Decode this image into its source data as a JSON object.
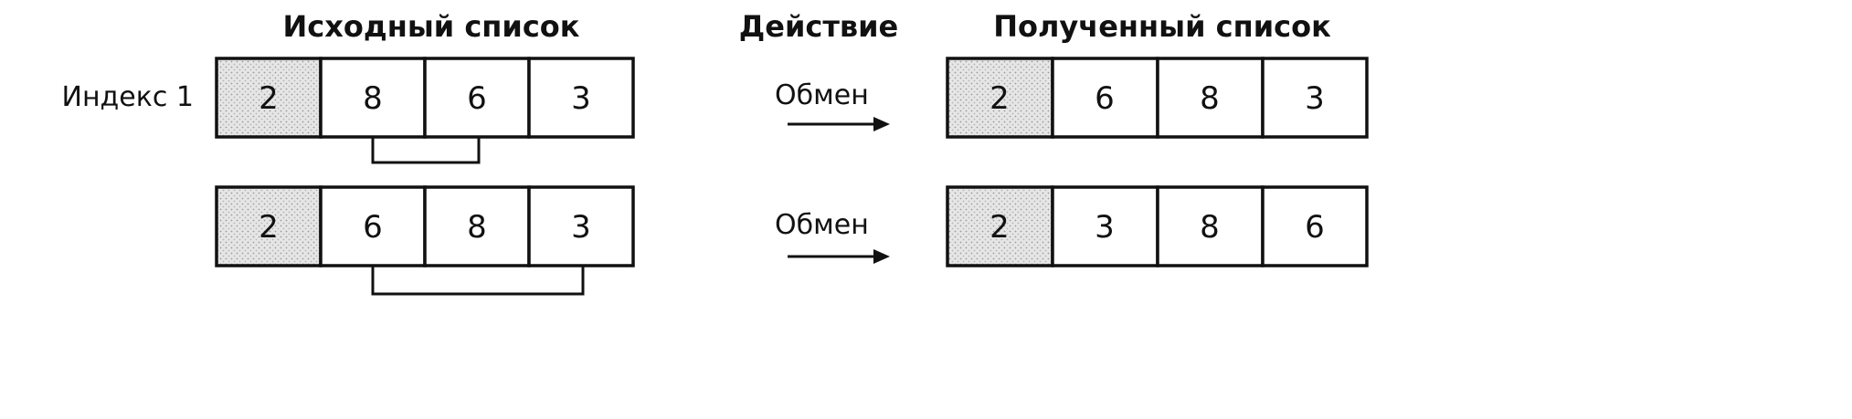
{
  "headers": {
    "original": "Исходный список",
    "action": "Действие",
    "result": "Полученный список"
  },
  "row_label": "Индекс 1",
  "colors": {
    "fixed_cell_fill": "#e2e2e2",
    "stroke": "#111111"
  },
  "rows": [
    {
      "original": [
        "2",
        "8",
        "6",
        "3"
      ],
      "action": "Обмен",
      "result": [
        "2",
        "6",
        "8",
        "3"
      ],
      "fixed_index": 0,
      "swap": [
        1,
        2
      ]
    },
    {
      "original": [
        "2",
        "6",
        "8",
        "3"
      ],
      "action": "Обмен",
      "result": [
        "2",
        "3",
        "8",
        "6"
      ],
      "fixed_index": 0,
      "swap": [
        1,
        3
      ]
    }
  ]
}
